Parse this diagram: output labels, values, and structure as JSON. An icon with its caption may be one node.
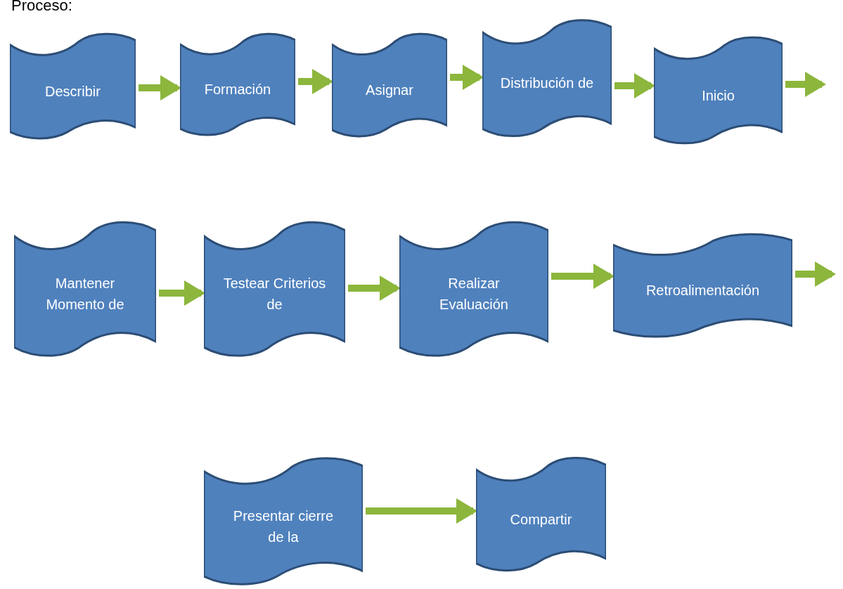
{
  "diagram": {
    "title": "Proceso:",
    "nodes": [
      {
        "text": [
          "Describir"
        ]
      },
      {
        "text": [
          "Formación"
        ]
      },
      {
        "text": [
          "Asignar"
        ]
      },
      {
        "text": [
          "Distribución de"
        ]
      },
      {
        "text": [
          "Inicio"
        ]
      },
      {
        "text": [
          "Mantener Momento de"
        ]
      },
      {
        "text": [
          "Testear Criterios de"
        ]
      },
      {
        "text": [
          "Realizar Evaluación"
        ]
      },
      {
        "text": [
          "Retroalimentación"
        ]
      },
      {
        "text": [
          "Presentar cierre de la"
        ]
      },
      {
        "text": [
          "Compartir"
        ]
      }
    ],
    "edges": [
      {
        "from": 0,
        "to": 1,
        "arrow": "to"
      },
      {
        "from": 1,
        "to": 2,
        "arrow": "to"
      },
      {
        "from": 2,
        "to": 3,
        "arrow": "to"
      },
      {
        "from": 3,
        "to": 4,
        "arrow": "to"
      },
      {
        "from": 4,
        "to": null,
        "arrow": "to"
      },
      {
        "from": 5,
        "to": 6,
        "arrow": "to"
      },
      {
        "from": 6,
        "to": 7,
        "arrow": "to"
      },
      {
        "from": 7,
        "to": 8,
        "arrow": "to"
      },
      {
        "from": 8,
        "to": null,
        "arrow": "to"
      },
      {
        "from": 9,
        "to": 10,
        "arrow": "to"
      }
    ]
  }
}
